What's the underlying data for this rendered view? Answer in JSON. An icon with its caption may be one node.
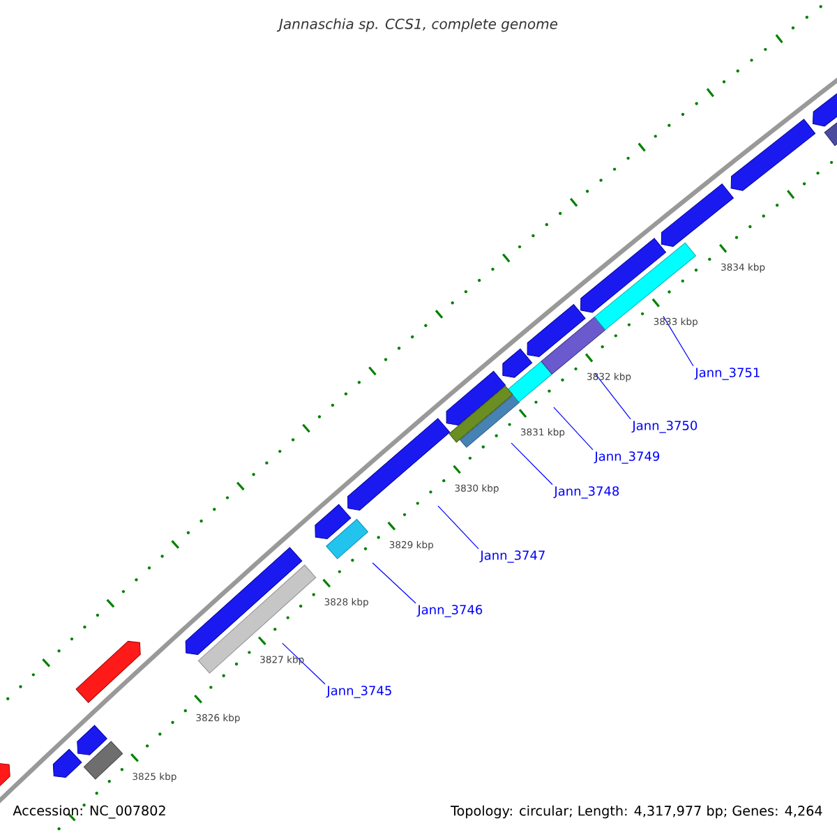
{
  "diagram": {
    "title": "Jannaschia sp. CCS1, complete genome",
    "nodes": [
      {
        "text": [
          "Jann_3745"
        ]
      },
      {
        "text": [],
        "shape": "bar"
      },
      {
        "text": [
          "Jann_3746"
        ]
      },
      {
        "text": [],
        "shape": "bar"
      },
      {
        "text": [
          "Jann_3747"
        ]
      },
      {
        "text": [],
        "shape": "arrow"
      },
      {
        "text": [
          "Jann_3748"
        ]
      },
      {
        "text": [],
        "shape": "bar"
      },
      {
        "text": [
          "Jann_3749"
        ]
      },
      {
        "text": [],
        "shape": "bar"
      },
      {
        "text": [
          "Jann_3750"
        ]
      },
      {
        "text": [],
        "shape": "bar"
      },
      {
        "text": [
          "Jann_3751"
        ]
      },
      {
        "text": [],
        "shape": "bar"
      },
      {
        "text": [],
        "shape": "arrow"
      },
      {
        "text": [],
        "shape": "arrow"
      },
      {
        "text": [],
        "shape": "arrow"
      },
      {
        "text": [],
        "shape": "bar"
      },
      {
        "text": [],
        "shape": "arrow"
      },
      {
        "text": [],
        "shape": "arrow"
      },
      {
        "text": [],
        "shape": "arrow"
      },
      {
        "text": [],
        "shape": "arrow"
      },
      {
        "text": [],
        "shape": "arrow"
      },
      {
        "text": [],
        "shape": "arrow"
      },
      {
        "text": [],
        "shape": "arrow"
      },
      {
        "text": [],
        "shape": "arrow"
      },
      {
        "text": [],
        "shape": "arrow"
      },
      {
        "text": [],
        "shape": "arrow"
      },
      {
        "text": [],
        "shape": "bar"
      },
      {
        "text": [],
        "shape": "bar"
      }
    ],
    "edges": [
      {
        "from": 0,
        "to": 1,
        "arrow": "none"
      },
      {
        "from": 2,
        "to": 3,
        "arrow": "none"
      },
      {
        "from": 4,
        "to": 5,
        "arrow": "none"
      },
      {
        "from": 6,
        "to": 7,
        "arrow": "none"
      },
      {
        "from": 8,
        "to": 9,
        "arrow": "none"
      },
      {
        "from": 10,
        "to": 11,
        "arrow": "none"
      },
      {
        "from": 12,
        "to": 13,
        "arrow": "none"
      }
    ],
    "labels": [
      "3834 kbp",
      "3833 kbp",
      "3832 kbp",
      "3831 kbp",
      "3830 kbp",
      "3829 kbp",
      "3828 kbp",
      "3827 kbp",
      "3826 kbp",
      "3825 kbp",
      "Accession: NC_007802",
      "Topology: circular; Length: 4,317,977 bp; Genes: 4,264"
    ]
  }
}
